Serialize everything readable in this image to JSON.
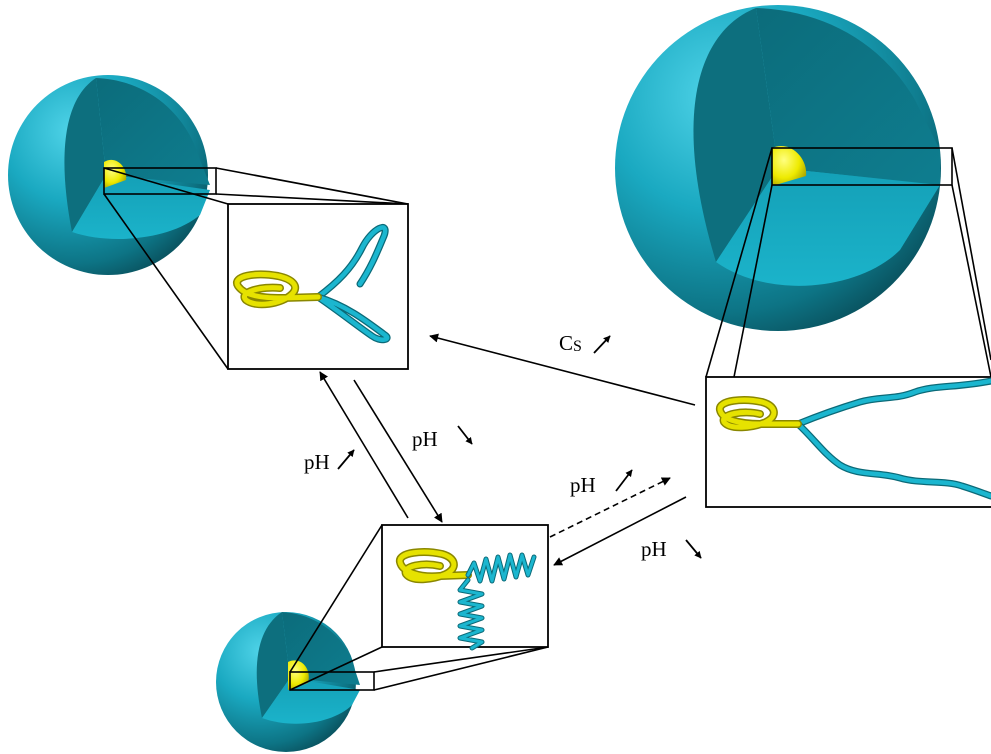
{
  "labels": {
    "cs": "C",
    "cs_sub": "S",
    "ph_up_left": "pH",
    "ph_down_center": "pH",
    "ph_up_right": "pH",
    "ph_down_right": "pH"
  },
  "colors": {
    "sphere_light": "#33c4dc",
    "sphere_mid": "#119fb6",
    "sphere_dark": "#0a5e6c",
    "sphere_face_lit": "#18a9c0",
    "sphere_face_shadow": "#0b6675",
    "core": "#f4f000",
    "core_dark": "#b9b300",
    "chain_blue": "#1bb6cf",
    "chain_yellow": "#d9d500",
    "line": "#000000"
  },
  "icons": {
    "state_coil": "coiled-polyelectrolyte-icon",
    "state_helix": "helical-polyelectrolyte-icon",
    "state_stretched": "stretched-polyelectrolyte-icon",
    "arrow_up": "arrow-up-right-icon",
    "arrow_down": "arrow-down-right-icon"
  }
}
